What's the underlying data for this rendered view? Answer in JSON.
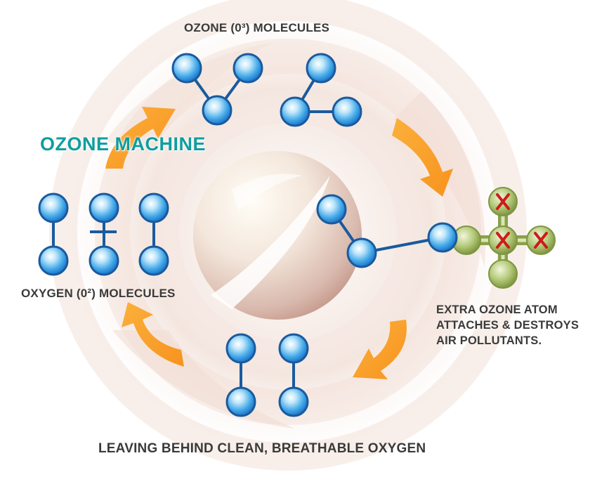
{
  "labels": {
    "ozone_molecules": "OZONE (0³) MOLECULES",
    "machine": "OZONE MACHINE",
    "oxygen_molecules": "OXYGEN (0²) MOLECULES",
    "extra_atom_note": "EXTRA OZONE ATOM\nATTACHES & DESTROYS\nAIR POLLUTANTS.",
    "bottom_caption": "LEAVING BEHIND CLEAN, BREATHABLE OXYGEN"
  },
  "colors": {
    "atom_blue": "#2f9fe0",
    "bond_blue": "#1a5a9e",
    "pollutant_green": "#a8bf6a",
    "cross_red": "#cc1b1b",
    "arrow_orange": "#f7931e",
    "label_teal": "#0e9ea0"
  },
  "icons": {
    "cycle_arrow": "curved-arrow-icon",
    "pollutant_mark": "x-mark-icon"
  }
}
